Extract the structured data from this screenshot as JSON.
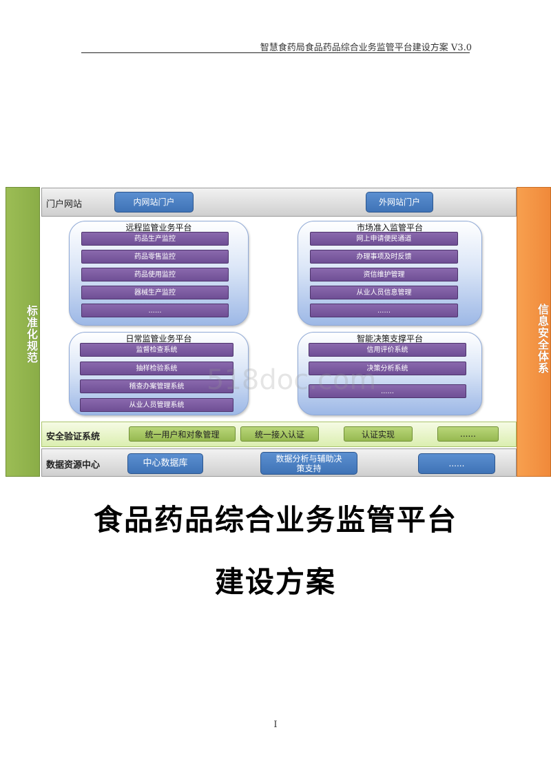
{
  "header": {
    "text": "智慧食药局食品药品综合业务监管平台建设方案 V3.0"
  },
  "diagram": {
    "left_side": "标准化规范",
    "right_side": "信息安全体系",
    "portal": {
      "label": "门户网站",
      "buttons": [
        "内网站门户",
        "外网站门户"
      ]
    },
    "panels": [
      {
        "title": "远程监管业务平台",
        "items": [
          "药品生产监控",
          "药品零售监控",
          "药品使用监控",
          "器械生产监控",
          "......"
        ]
      },
      {
        "title": "市场准入监管平台",
        "items": [
          "网上申请便民通道",
          "办理事项及时反馈",
          "资信维护管理",
          "从业人员信息管理",
          "......"
        ]
      },
      {
        "title": "日常监管业务平台",
        "items": [
          "监督检查系统",
          "抽样检验系统",
          "稽查办案管理系统",
          "从业人员管理系统"
        ]
      },
      {
        "title": "智能决策支撑平台",
        "items": [
          "信用评价系统",
          "决策分析系统",
          "......"
        ]
      }
    ],
    "security": {
      "label": "安全验证系统",
      "buttons": [
        "统一用户和对象管理",
        "统一接入认证",
        "认证实现",
        "......"
      ]
    },
    "data_center": {
      "label": "数据资源中心",
      "buttons": [
        "中心数据库",
        "数据分析与辅助决策支持",
        "......"
      ]
    }
  },
  "watermark": "518doc.com",
  "title_line1": "食品药品综合业务监管平台",
  "title_line2": "建设方案",
  "page_number": "I"
}
